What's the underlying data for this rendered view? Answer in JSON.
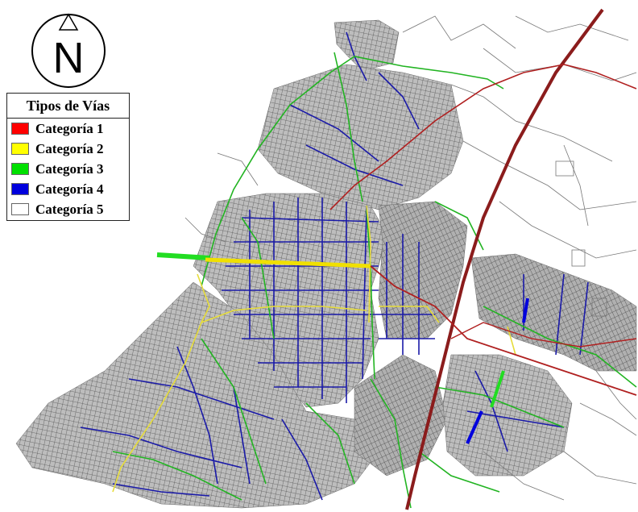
{
  "map": {
    "colors": {
      "background": "#ffffff",
      "block_fill": "#b5b5b5",
      "block_stroke": "#555555",
      "local_road": "#777777"
    }
  },
  "north_arrow": {
    "letter": "N",
    "icon": "north-arrow-icon"
  },
  "legend": {
    "title": "Tipos de Vías",
    "items": [
      {
        "label": "Categoría 1",
        "color": "#ff0000"
      },
      {
        "label": "Categoría 2",
        "color": "#ffff00"
      },
      {
        "label": "Categoría 3",
        "color": "#00e000"
      },
      {
        "label": "Categoría 4",
        "color": "#0000dd"
      },
      {
        "label": "Categoría 5",
        "color": "#ffffff"
      }
    ]
  },
  "road_colors": {
    "cat1_main": "#8b1c1c",
    "cat1_secondary": "#b02020",
    "cat2": "#e6dc3a",
    "cat3": "#22b422",
    "cat4": "#1a1aa8"
  }
}
